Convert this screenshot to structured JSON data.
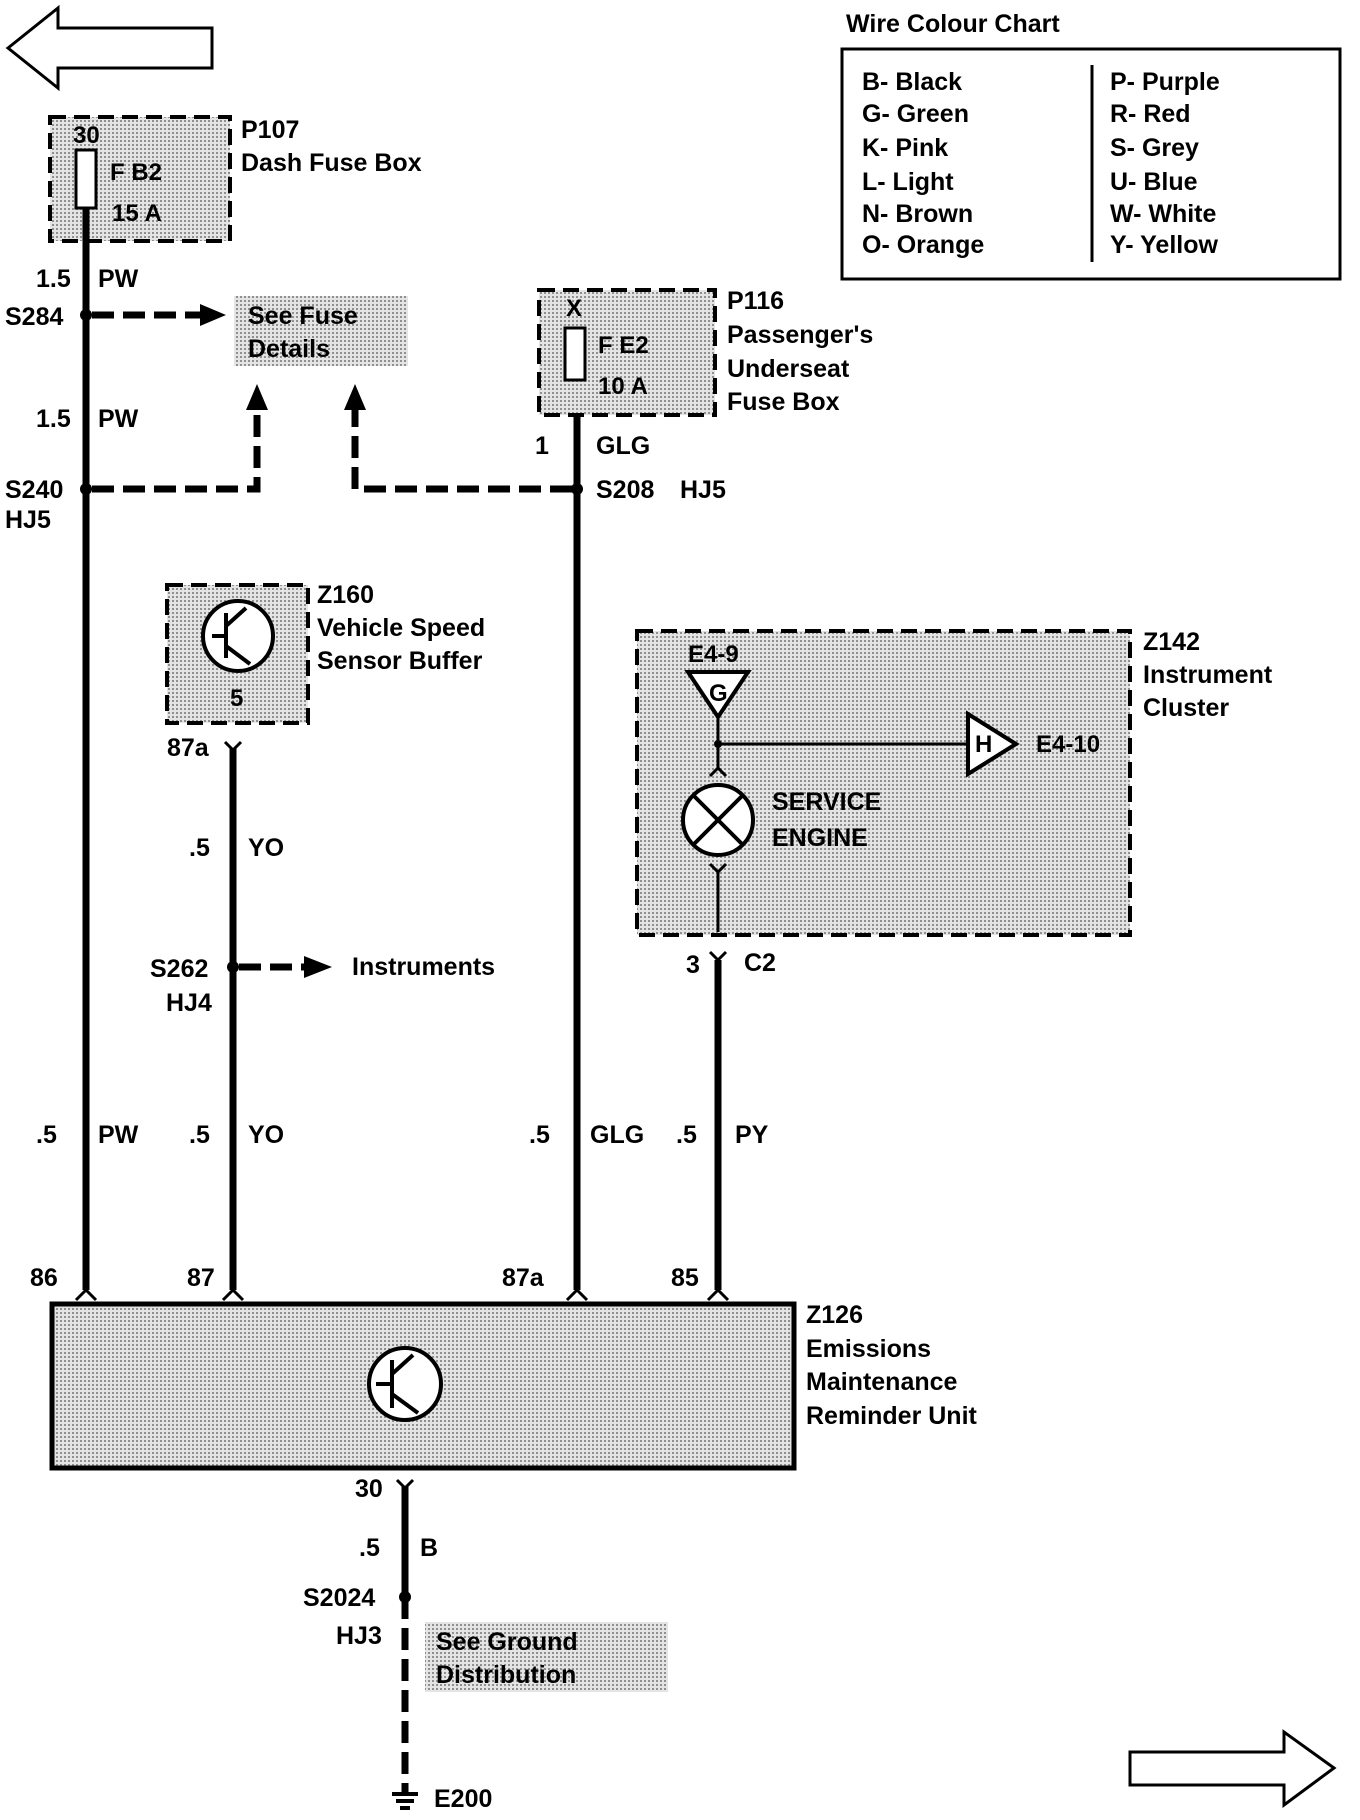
{
  "colour_chart": {
    "title": "Wire Colour Chart",
    "left": [
      "B- Black",
      "G- Green",
      "K- Pink",
      "L- Light",
      "N- Brown",
      "O- Orange"
    ],
    "right": [
      "P- Purple",
      "R- Red",
      "S- Grey",
      "U- Blue",
      "W- White",
      "Y- Yellow"
    ]
  },
  "p107": {
    "id": "P107",
    "name": "Dash Fuse Box",
    "terminal": "30",
    "fuse": "F B2",
    "rating": "15 A"
  },
  "p116": {
    "id": "P116",
    "name_l1": "Passenger's",
    "name_l2": "Underseat",
    "name_l3": "Fuse Box",
    "terminal": "X",
    "fuse": "F E2",
    "rating": "10 A",
    "pin": "1",
    "wire_color": "GLG"
  },
  "z160": {
    "id": "Z160",
    "name_l1": "Vehicle Speed",
    "name_l2": "Sensor Buffer",
    "pin_inner": "5",
    "pin_out": "87a"
  },
  "z142": {
    "id": "Z142",
    "name_l1": "Instrument",
    "name_l2": "Cluster",
    "pin_g_label": "E4-9",
    "g": "G",
    "h": "H",
    "pin_h_label": "E4-10",
    "lamp_l1": "SERVICE",
    "lamp_l2": "ENGINE",
    "pin_out": "3",
    "connector": "C2"
  },
  "z126": {
    "id": "Z126",
    "name_l1": "Emissions",
    "name_l2": "Maintenance",
    "name_l3": "Reminder Unit",
    "pin_86": "86",
    "pin_87": "87",
    "pin_87a": "87a",
    "pin_85": "85",
    "pin_30": "30"
  },
  "splices": {
    "s284": "S284",
    "s240": "S240",
    "s240_hj": "HJ5",
    "s208": "S208",
    "s208_hj": "HJ5",
    "s262": "S262",
    "s262_hj": "HJ4",
    "s2024": "S2024",
    "s2024_hj": "HJ3"
  },
  "refs": {
    "fuse_l1": "See Fuse",
    "fuse_l2": "Details",
    "instruments": "Instruments",
    "ground_l1": "See Ground",
    "ground_l2": "Distribution"
  },
  "wires": {
    "w1_size": "1.5",
    "w1_color": "PW",
    "w2_size": "1.5",
    "w2_color": "PW",
    "yo_size": ".5",
    "yo_color": "YO",
    "pw_size": ".5",
    "pw_color": "PW",
    "yo2_size": ".5",
    "yo2_color": "YO",
    "glg_size": ".5",
    "glg_color": "GLG",
    "py_size": ".5",
    "py_color": "PY",
    "b_size": ".5",
    "b_color": "B"
  },
  "ground": {
    "id": "E200"
  }
}
